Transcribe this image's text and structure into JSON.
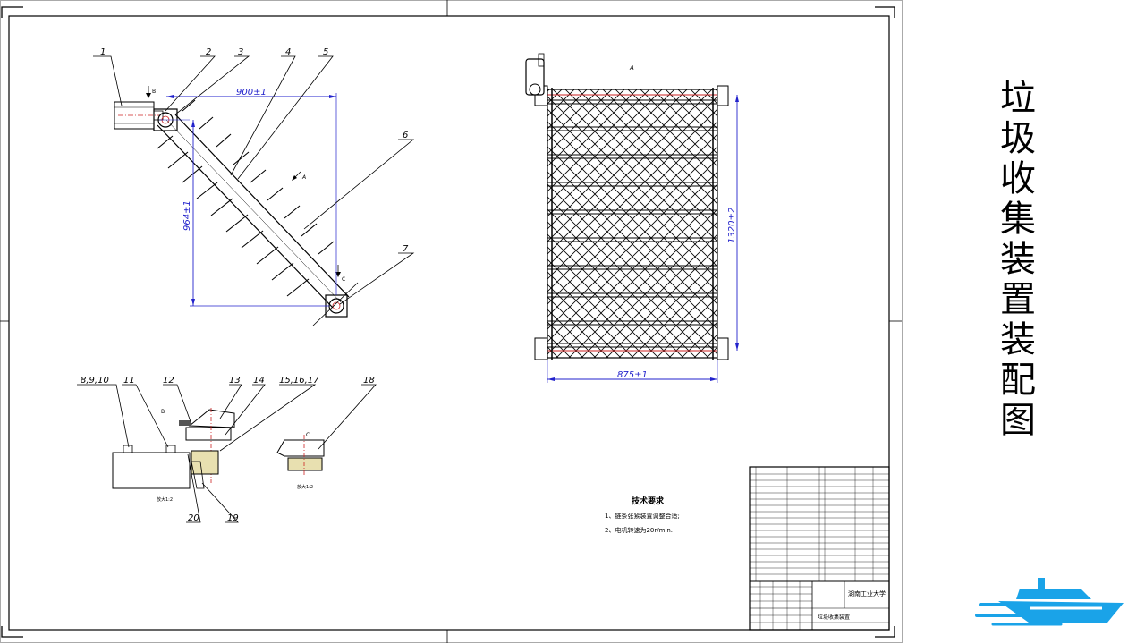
{
  "page_title": [
    "垃",
    "圾",
    "收",
    "集",
    "装",
    "置",
    "装",
    "配",
    "图"
  ],
  "view_labels": {
    "view_a": "A",
    "detail_b": "B",
    "detail_c": "C"
  },
  "dimensions": {
    "horizontal_span": "900±1",
    "vertical_span": "964±1",
    "plate_height": "1320±2",
    "plate_width": "875±1"
  },
  "part_callouts": [
    "1",
    "2",
    "3",
    "4",
    "5",
    "6",
    "7"
  ],
  "detail_callouts": [
    "8,9,10",
    "11",
    "12",
    "13",
    "14",
    "15,16,17",
    "18",
    "19",
    "20"
  ],
  "scale_notes": {
    "detail_b": "放大1:2",
    "detail_c": "放大1:2"
  },
  "tech_requirements": {
    "heading": "技术要求",
    "items": [
      "1、链条张紧装置调整合适;",
      "2、电机转速为20r/min."
    ]
  },
  "title_block": {
    "school": "湖南工业大学",
    "drawing_name": "垃圾收集装置"
  },
  "colors": {
    "line": "#000000",
    "dimension": "#2222cc",
    "centerline": "#cc2222",
    "logo_blue": "#1aa3e8"
  },
  "logo": {
    "icon": "ship-logo-icon"
  }
}
